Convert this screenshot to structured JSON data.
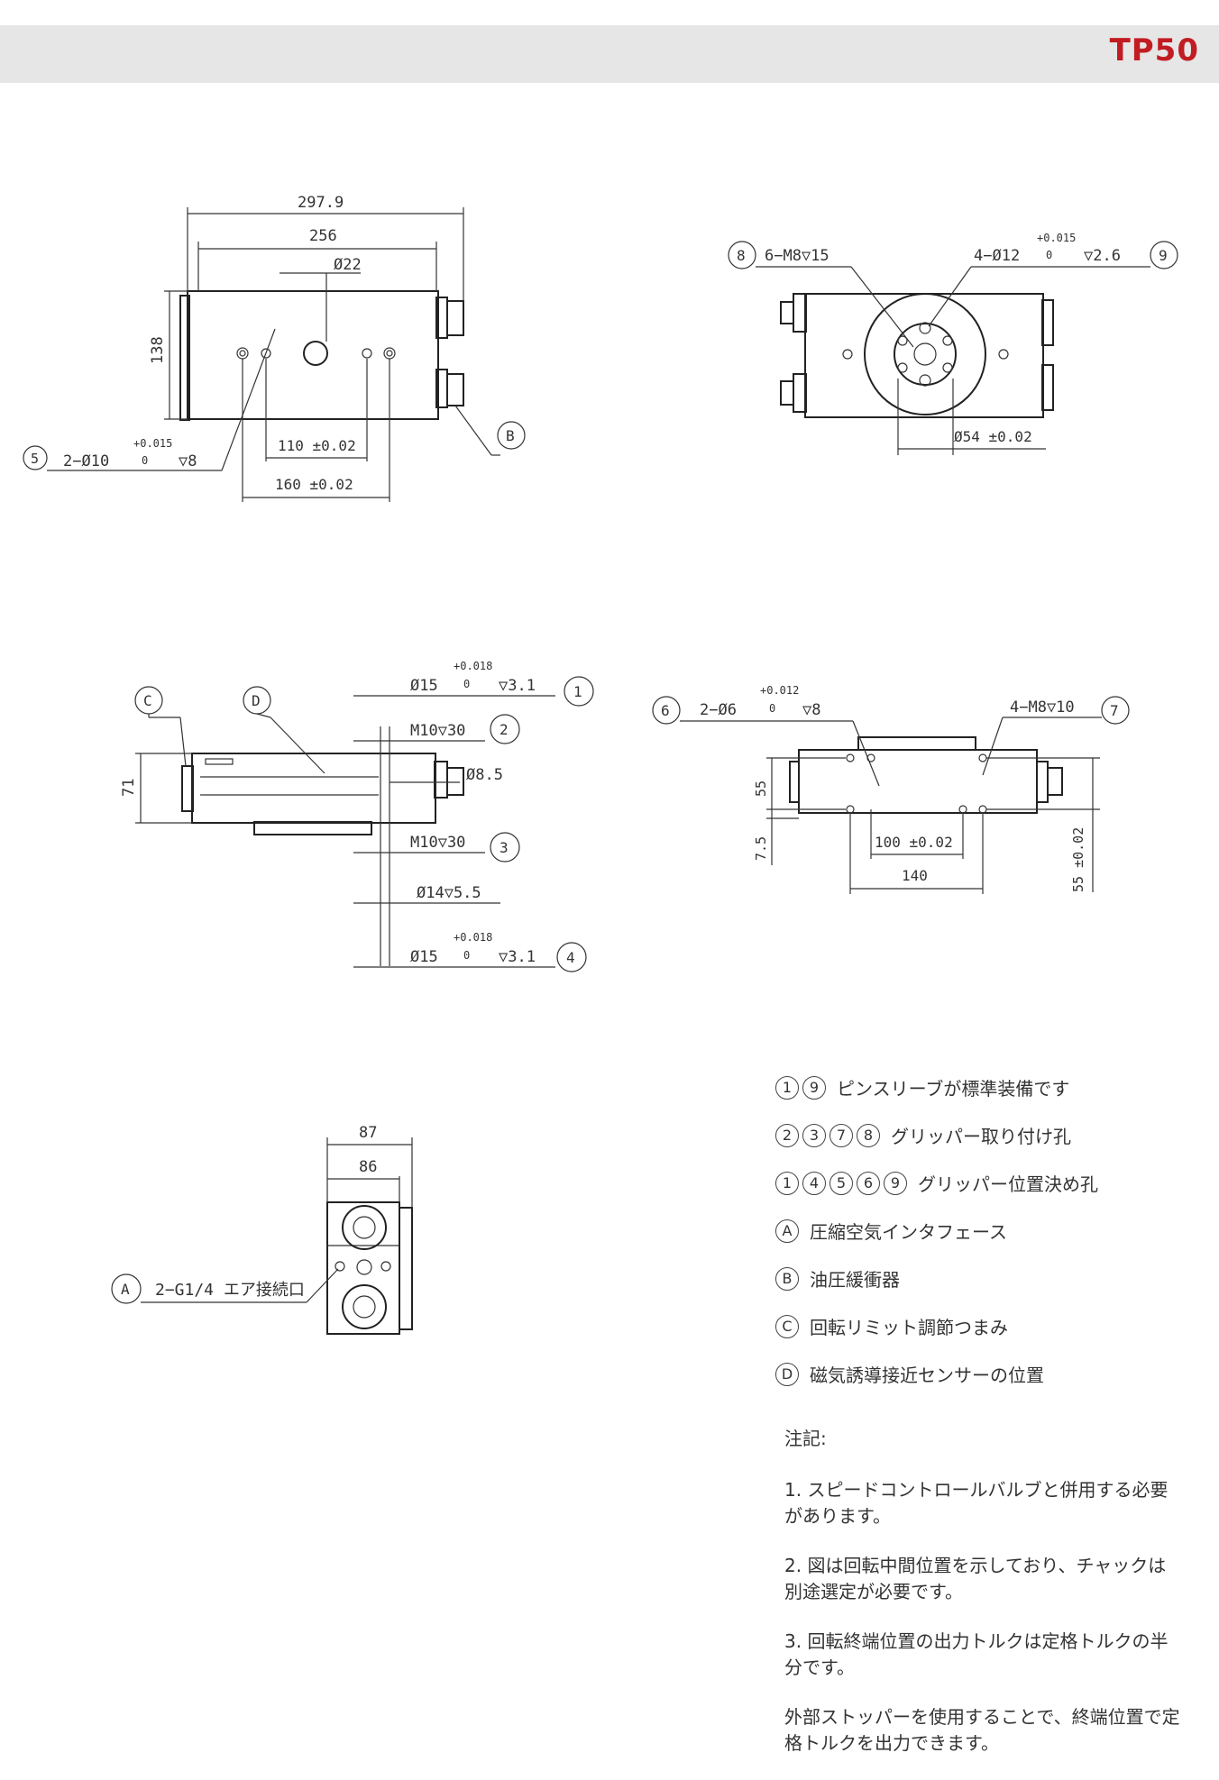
{
  "header": {
    "model": "TP50"
  },
  "dims": {
    "v1": {
      "w_total": "297.9",
      "w_inner": "256",
      "dia_center": "Ø22",
      "height": "138",
      "spacing_inner": "110 ±0.02",
      "spacing_outer": "160 ±0.02",
      "hole_note": "2−Ø10",
      "hole_tol_top": "+0.015",
      "hole_tol_bottom": "0",
      "hole_depth": "▽8",
      "label_5": "5",
      "label_B": "B"
    },
    "v2": {
      "label_8": "8",
      "note_8": "6−M8▽15",
      "note_9": "4−Ø12",
      "tol9_top": "+0.015",
      "tol9_bottom": "0",
      "depth9": "▽2.6",
      "label_9": "9",
      "dia54": "Ø54 ±0.02"
    },
    "v3": {
      "label_C": "C",
      "label_D": "D",
      "h71": "71",
      "d15a": "Ø15",
      "tol_a_top": "+0.018",
      "tol_a_bot": "0",
      "depth_a": "▽3.1",
      "label_1": "1",
      "m10a": "M10▽30",
      "label_2": "2",
      "d85": "Ø8.5",
      "m10b": "M10▽30",
      "label_3": "3",
      "d14": "Ø14▽5.5",
      "d15b": "Ø15",
      "tol_b_top": "+0.018",
      "tol_b_bot": "0",
      "depth_b": "▽3.1",
      "label_4": "4"
    },
    "v4": {
      "label_6": "6",
      "note_6": "2−Ø6",
      "tol6_top": "+0.012",
      "tol6_bot": "0",
      "depth6": "▽8",
      "note_7": "4−M8▽10",
      "label_7": "7",
      "h55": "55",
      "h75": "7.5",
      "s100": "100 ±0.02",
      "s140": "140",
      "v55": "55 ±0.02"
    },
    "v5": {
      "w87": "87",
      "w86": "86",
      "label_A": "A",
      "note_A": "2−G1/4 エア接続口"
    }
  },
  "legend": [
    {
      "marks": [
        "1",
        "9"
      ],
      "text": "ピンスリーブが標準装備です"
    },
    {
      "marks": [
        "2",
        "3",
        "7",
        "8"
      ],
      "text": "グリッパー取り付け孔"
    },
    {
      "marks": [
        "1",
        "4",
        "5",
        "6",
        "9"
      ],
      "text": "グリッパー位置決め孔"
    },
    {
      "marks": [
        "A"
      ],
      "text": "圧縮空気インタフェース"
    },
    {
      "marks": [
        "B"
      ],
      "text": "油圧緩衝器"
    },
    {
      "marks": [
        "C"
      ],
      "text": "回転リミット調節つまみ"
    },
    {
      "marks": [
        "D"
      ],
      "text": "磁気誘導接近センサーの位置"
    }
  ],
  "notes": {
    "title": "注記:",
    "n1": "1. スピードコントロールバルブと併用する必要があります。",
    "n2": "2. 図は回転中間位置を示しており、チャックは別途選定が必要です。",
    "n3": "3. 回転終端位置の出力トルクは定格トルクの半分です。",
    "n4": "外部ストッパーを使用することで、終端位置で定格トルクを出力できます。"
  }
}
